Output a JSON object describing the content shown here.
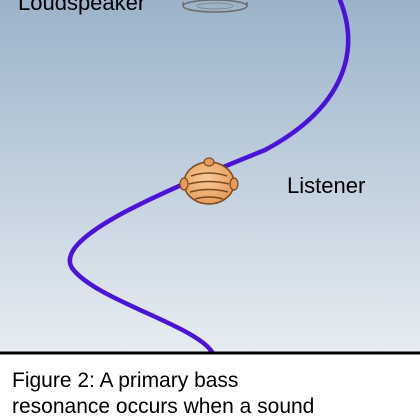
{
  "labels": {
    "loudspeaker": "Loudspeaker",
    "listener": "Listener"
  },
  "caption": {
    "line1": "Figure 2: A primary bass",
    "line2": "resonance occurs when a sound"
  },
  "colors": {
    "room_top": "#9bb3c9",
    "room_bottom": "#e7edf2",
    "wave": "#4b12d9",
    "head": "#f2b27a",
    "head_outline": "#7a4a1e",
    "divider": "#000000"
  },
  "icons": {
    "speaker": "loudspeaker-icon",
    "listener": "listener-head-icon"
  }
}
